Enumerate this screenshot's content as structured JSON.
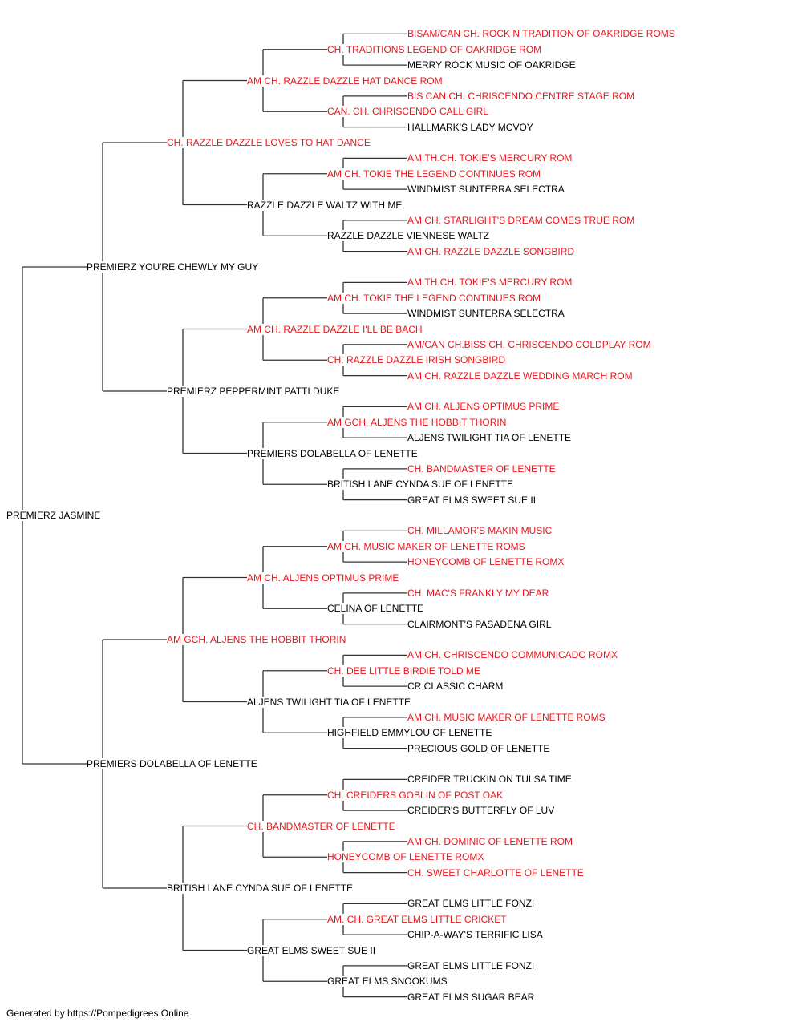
{
  "colors": {
    "champion": "#e8161b",
    "normal": "#000000",
    "line": "#333333"
  },
  "pedigree": {
    "name": "PREMIERZ JASMINE",
    "champion": false,
    "sire": {
      "name": "PREMIERZ YOU'RE CHEWLY MY GUY",
      "champion": false,
      "sire": {
        "name": "CH. RAZZLE DAZZLE LOVES TO HAT DANCE",
        "champion": true,
        "sire": {
          "name": "AM CH. RAZZLE DAZZLE HAT DANCE ROM",
          "champion": true,
          "sire": {
            "name": "CH. TRADITIONS LEGEND OF OAKRIDGE ROM",
            "champion": true,
            "sire": {
              "name": "BISAM/CAN CH. ROCK N TRADITION OF OAKRIDGE ROMS",
              "champion": true
            },
            "dam": {
              "name": "MERRY ROCK MUSIC OF OAKRIDGE",
              "champion": false
            }
          },
          "dam": {
            "name": "CAN. CH. CHRISCENDO CALL GIRL",
            "champion": true,
            "sire": {
              "name": "BIS CAN CH. CHRISCENDO CENTRE STAGE ROM",
              "champion": true
            },
            "dam": {
              "name": "HALLMARK'S LADY MCVOY",
              "champion": false
            }
          }
        },
        "dam": {
          "name": "RAZZLE DAZZLE WALTZ WITH ME",
          "champion": false,
          "sire": {
            "name": "AM CH. TOKIE THE LEGEND CONTINUES ROM",
            "champion": true,
            "sire": {
              "name": "AM.TH.CH. TOKIE'S MERCURY ROM",
              "champion": true
            },
            "dam": {
              "name": "WINDMIST SUNTERRA SELECTRA",
              "champion": false
            }
          },
          "dam": {
            "name": "RAZZLE DAZZLE VIENNESE WALTZ",
            "champion": false,
            "sire": {
              "name": "AM CH. STARLIGHT'S DREAM COMES TRUE ROM",
              "champion": true
            },
            "dam": {
              "name": "AM CH. RAZZLE DAZZLE SONGBIRD",
              "champion": true
            }
          }
        }
      },
      "dam": {
        "name": "PREMIERZ PEPPERMINT PATTI DUKE",
        "champion": false,
        "sire": {
          "name": "AM CH. RAZZLE DAZZLE I'LL BE BACH",
          "champion": true,
          "sire": {
            "name": "AM CH. TOKIE THE LEGEND CONTINUES ROM",
            "champion": true,
            "sire": {
              "name": "AM.TH.CH. TOKIE'S MERCURY ROM",
              "champion": true
            },
            "dam": {
              "name": "WINDMIST SUNTERRA SELECTRA",
              "champion": false
            }
          },
          "dam": {
            "name": "CH. RAZZLE DAZZLE IRISH SONGBIRD",
            "champion": true,
            "sire": {
              "name": "AM/CAN CH.BISS CH. CHRISCENDO COLDPLAY ROM",
              "champion": true
            },
            "dam": {
              "name": "AM CH. RAZZLE DAZZLE WEDDING MARCH ROM",
              "champion": true
            }
          }
        },
        "dam": {
          "name": "PREMIERS DOLABELLA OF LENETTE",
          "champion": false,
          "sire": {
            "name": "AM GCH. ALJENS THE HOBBIT THORIN",
            "champion": true,
            "sire": {
              "name": "AM CH. ALJENS OPTIMUS PRIME",
              "champion": true
            },
            "dam": {
              "name": "ALJENS TWILIGHT TIA OF LENETTE",
              "champion": false
            }
          },
          "dam": {
            "name": "BRITISH LANE CYNDA SUE OF LENETTE",
            "champion": false,
            "sire": {
              "name": "CH. BANDMASTER OF LENETTE",
              "champion": true
            },
            "dam": {
              "name": "GREAT ELMS SWEET SUE II",
              "champion": false
            }
          }
        }
      }
    },
    "dam": {
      "name": "PREMIERS DOLABELLA OF LENETTE",
      "champion": false,
      "sire": {
        "name": "AM GCH. ALJENS THE HOBBIT THORIN",
        "champion": true,
        "sire": {
          "name": "AM CH. ALJENS OPTIMUS PRIME",
          "champion": true,
          "sire": {
            "name": "AM CH. MUSIC MAKER OF LENETTE ROMS",
            "champion": true,
            "sire": {
              "name": "CH. MILLAMOR'S MAKIN MUSIC",
              "champion": true
            },
            "dam": {
              "name": "HONEYCOMB OF LENETTE ROMX",
              "champion": true
            }
          },
          "dam": {
            "name": "CELINA OF LENETTE",
            "champion": false,
            "sire": {
              "name": "CH. MAC'S FRANKLY MY DEAR",
              "champion": true
            },
            "dam": {
              "name": "CLAIRMONT'S PASADENA GIRL",
              "champion": false
            }
          }
        },
        "dam": {
          "name": "ALJENS TWILIGHT TIA OF LENETTE",
          "champion": false,
          "sire": {
            "name": "CH. DEE LITTLE BIRDIE TOLD ME",
            "champion": true,
            "sire": {
              "name": "AM CH. CHRISCENDO COMMUNICADO ROMX",
              "champion": true
            },
            "dam": {
              "name": "CR CLASSIC CHARM",
              "champion": false
            }
          },
          "dam": {
            "name": "HIGHFIELD EMMYLOU OF LENETTE",
            "champion": false,
            "sire": {
              "name": "AM CH. MUSIC MAKER OF LENETTE ROMS",
              "champion": true
            },
            "dam": {
              "name": "PRECIOUS GOLD OF LENETTE",
              "champion": false
            }
          }
        }
      },
      "dam": {
        "name": "BRITISH LANE CYNDA SUE OF LENETTE",
        "champion": false,
        "sire": {
          "name": "CH. BANDMASTER OF LENETTE",
          "champion": true,
          "sire": {
            "name": "CH. CREIDERS GOBLIN OF POST OAK",
            "champion": true,
            "sire": {
              "name": "CREIDER TRUCKIN ON TULSA TIME",
              "champion": false
            },
            "dam": {
              "name": "CREIDER'S BUTTERFLY OF LUV",
              "champion": false
            }
          },
          "dam": {
            "name": "HONEYCOMB OF LENETTE ROMX",
            "champion": true,
            "sire": {
              "name": "AM CH. DOMINIC OF LENETTE ROM",
              "champion": true
            },
            "dam": {
              "name": "CH. SWEET CHARLOTTE OF LENETTE",
              "champion": true
            }
          }
        },
        "dam": {
          "name": "GREAT ELMS SWEET SUE II",
          "champion": false,
          "sire": {
            "name": "AM. CH. GREAT ELMS LITTLE CRICKET",
            "champion": true,
            "sire": {
              "name": "GREAT ELMS LITTLE FONZI",
              "champion": false
            },
            "dam": {
              "name": "CHIP-A-WAY'S TERRIFIC LISA",
              "champion": false
            }
          },
          "dam": {
            "name": "GREAT ELMS SNOOKUMS",
            "champion": false,
            "sire": {
              "name": "GREAT ELMS LITTLE FONZI",
              "champion": false
            },
            "dam": {
              "name": "GREAT ELMS SUGAR BEAR",
              "champion": false
            }
          }
        }
      }
    }
  },
  "footer": "Generated by https://Pompedigrees.Online"
}
